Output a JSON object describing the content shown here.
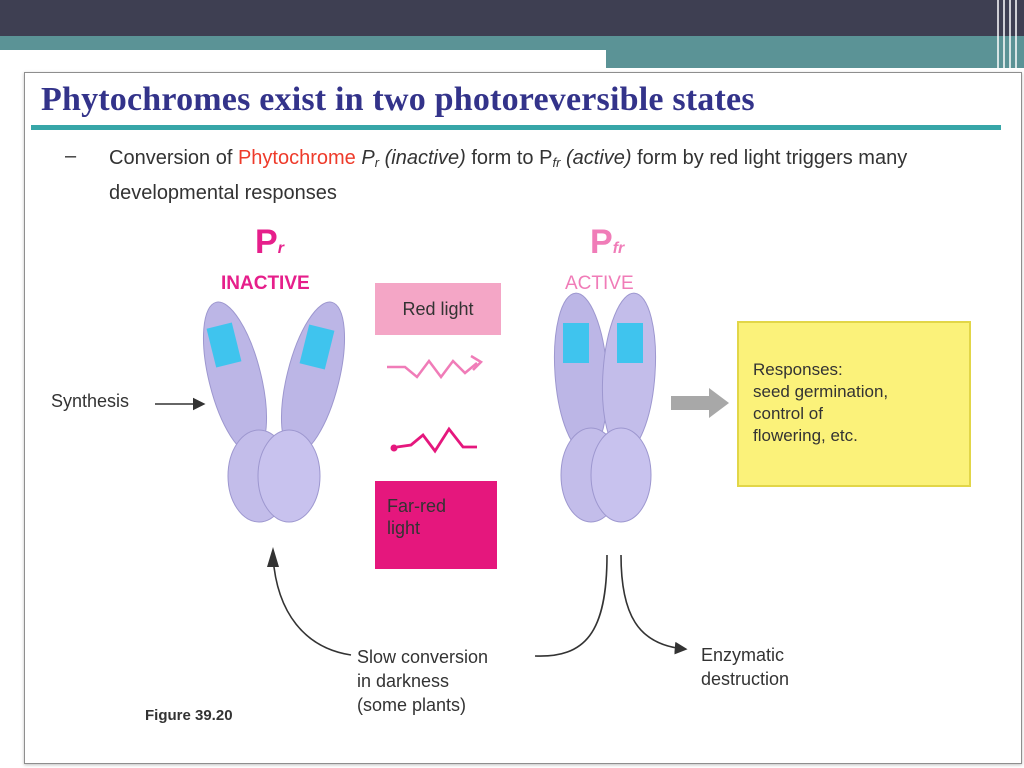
{
  "title": "Phytochromes exist in two photoreversible states",
  "bullet": {
    "dash": "–",
    "t1": "Conversion of ",
    "t2": "Phytochrome",
    "t3": " P",
    "t3_sub": "r",
    "t4": " (inactive)",
    "t5": " form to P",
    "t5_sub": "fr",
    "t6": " (active)",
    "t7": " form by red light triggers many developmental responses"
  },
  "pr": {
    "symbol": "P",
    "sub": "r",
    "state": "INACTIVE"
  },
  "pfr": {
    "symbol": "P",
    "sub": "fr",
    "state": "ACTIVE"
  },
  "red_light_label": "Red light",
  "far_red_label": "Far-red\nlight",
  "synthesis_label": "Synthesis",
  "responses_text": "Responses:\nseed germination,\ncontrol of\nflowering, etc.",
  "slow_conversion_text": "Slow conversion\nin darkness\n(some plants)",
  "enzymatic_text": "Enzymatic\ndestruction",
  "figure_label": "Figure 39.20",
  "colors": {
    "title": "#33338a",
    "rule": "#37a6a8",
    "pr": "#e61f8b",
    "pfr": "#f07cb8",
    "red_box": "#f4a6c6",
    "far_red_box": "#e5177d",
    "responses_box": "#fbf27a",
    "protein": "#bcb6e6",
    "chromophore": "#3fc4ee"
  }
}
